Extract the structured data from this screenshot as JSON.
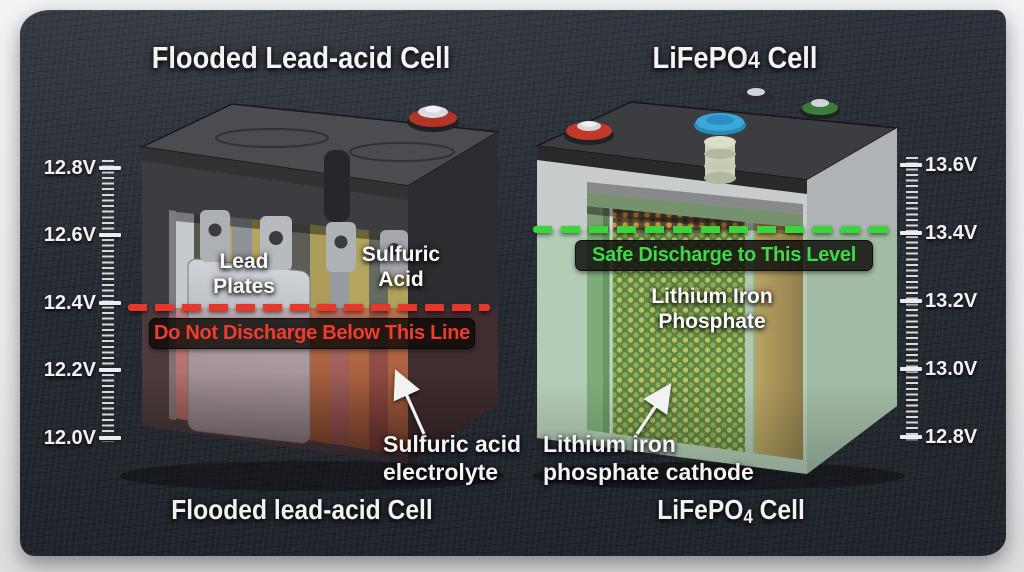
{
  "colors": {
    "red_accent": "#e8362a",
    "green_accent": "#3bd43b",
    "slate": "#262b33",
    "page_background": "#edeeef"
  },
  "diagram": {
    "left": {
      "title": "Flooded Lead-acid Cell",
      "caption": "Flooded lead-acid Cell",
      "scale_labels": [
        "12.8V",
        "12.6V",
        "12.4V",
        "12.2V",
        "12.0V"
      ],
      "limit_line_label": "Do Not Discharge Below This Line",
      "labels": {
        "lead_plates": [
          "Lead",
          "Plates"
        ],
        "sulfuric_acid": [
          "Sulfuric",
          "Acid"
        ],
        "callout": [
          "Sulfuric acid",
          "electrolyte"
        ]
      }
    },
    "right": {
      "title_parts": [
        "LiFePO",
        "4",
        " Cell"
      ],
      "caption_parts": [
        "LiFePO",
        "4",
        " Cell"
      ],
      "scale_labels": [
        "13.6V",
        "13.4V",
        "13.2V",
        "13.0V",
        "12.8V"
      ],
      "safe_line_label": "Safe Discharge to This Level",
      "labels": {
        "lfp": [
          "Lithium Iron",
          "Phosphate"
        ],
        "callout": [
          "Lithium iron",
          "phosphate cathode"
        ]
      }
    }
  }
}
